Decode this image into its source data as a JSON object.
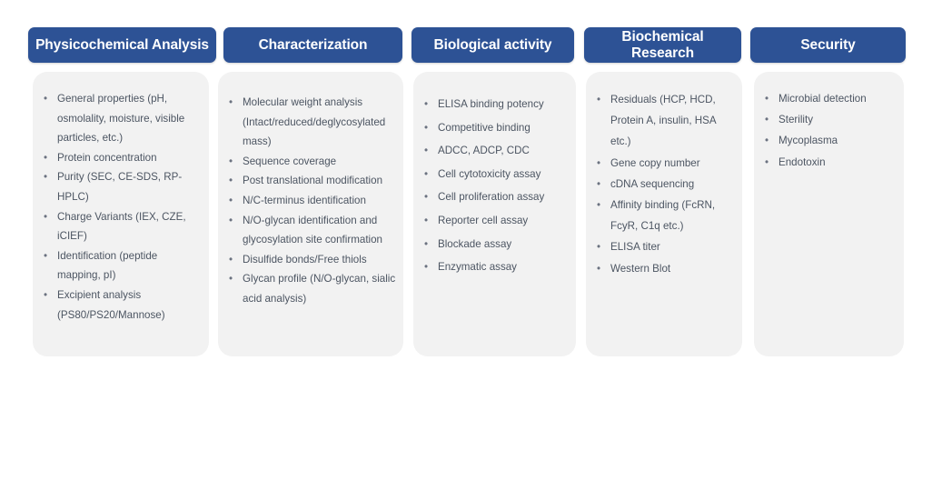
{
  "theme": {
    "header_bg": "#2d5295",
    "header_text": "#ffffff",
    "panel_bg": "#f2f2f2",
    "body_text": "#4c5562",
    "page_bg": "#ffffff",
    "bullet_glyph": "•"
  },
  "columns": [
    {
      "header": "Physicochemical Analysis",
      "items": [
        "General properties (pH, osmolality, moisture, visible particles, etc.)",
        "Protein concentration",
        "Purity (SEC,  CE-SDS, RP-HPLC)",
        "Charge Variants (IEX, CZE, iCIEF)",
        "Identification (peptide mapping, pI)",
        "Excipient analysis (PS80/PS20/Mannose)"
      ]
    },
    {
      "header": "Characterization",
      "items": [
        "Molecular weight analysis (Intact/reduced/deglycosylated mass)",
        "Sequence coverage",
        "Post translational modification",
        "N/C-terminus identification",
        "N/O-glycan identification and glycosylation site confirmation",
        "Disulfide bonds/Free thiols",
        "Glycan profile (N/O-glycan, sialic acid analysis)"
      ]
    },
    {
      "header": "Biological activity",
      "items": [
        "ELISA binding potency",
        "Competitive binding",
        "ADCC, ADCP, CDC",
        "Cell cytotoxicity assay",
        "Cell proliferation assay",
        "Reporter cell assay",
        "Blockade assay",
        "Enzymatic assay"
      ]
    },
    {
      "header": "Biochemical Research",
      "items": [
        "Residuals (HCP, HCD, Protein A, insulin, HSA etc.)",
        "Gene copy number",
        "cDNA sequencing",
        "Affinity binding (FcRN, FcyR, C1q etc.)",
        "ELISA titer",
        "Western Blot"
      ]
    },
    {
      "header": "Security",
      "items": [
        "Microbial detection",
        "Sterility",
        "Mycoplasma",
        "Endotoxin"
      ]
    }
  ]
}
